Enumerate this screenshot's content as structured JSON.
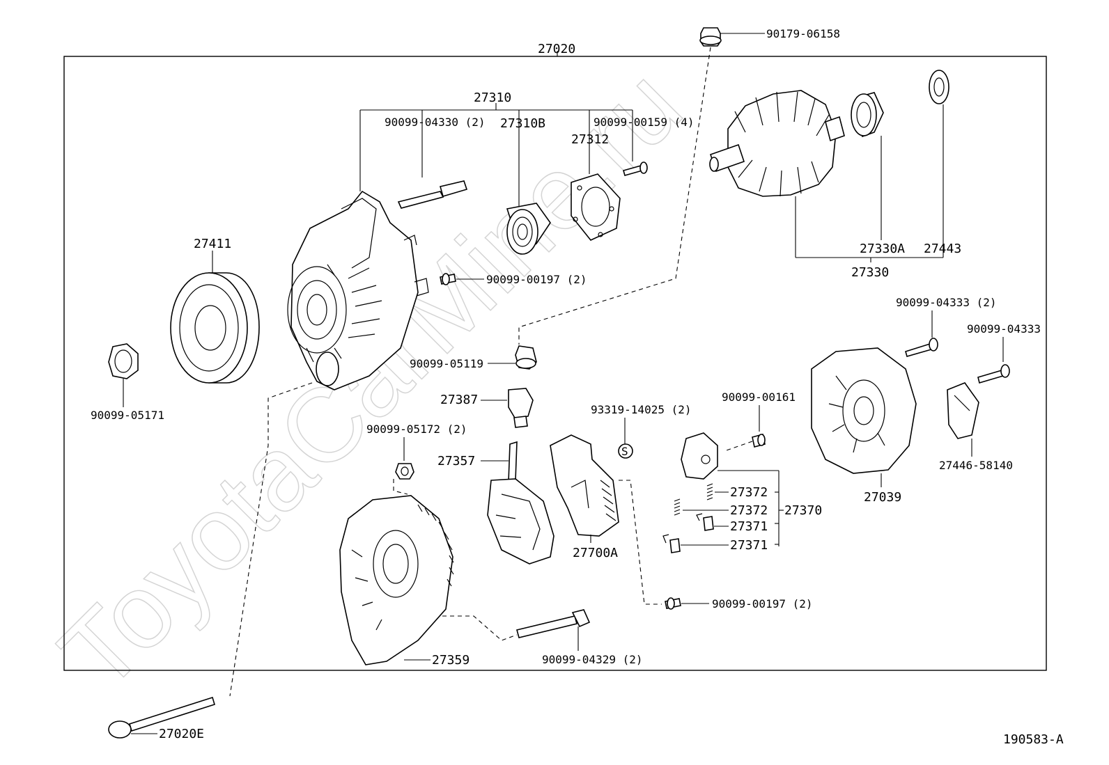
{
  "watermark": "ToyotaCarMine.ru",
  "diagram_id": "190583-A",
  "labels": {
    "p27020": "27020",
    "p90179_06158": "90179-06158",
    "p27310": "27310",
    "p90099_04330": "90099-04330 (2)",
    "p27310B": "27310B",
    "p90099_00159": "90099-00159 (4)",
    "p27312": "27312",
    "p27411": "27411",
    "p90099_00197a": "90099-00197 (2)",
    "p27330A": "27330A",
    "p27443": "27443",
    "p27330": "27330",
    "p90099_04333_2": "90099-04333 (2)",
    "p90099_04333": "90099-04333",
    "p90099_05119": "90099-05119",
    "p90099_05171": "90099-05171",
    "p27387": "27387",
    "p93319_14025": "93319-14025 (2)",
    "p90099_00161": "90099-00161",
    "p90099_05172": "90099-05172 (2)",
    "p27357": "27357",
    "p27372a": "27372",
    "p27372b": "27372",
    "p27370": "27370",
    "p27371a": "27371",
    "p27371b": "27371",
    "p27700A": "27700A",
    "p27039": "27039",
    "p27446_58140": "27446-58140",
    "p90099_00197b": "90099-00197 (2)",
    "p27359": "27359",
    "p90099_04329": "90099-04329 (2)",
    "p27020E": "27020E",
    "s_mark": "S"
  }
}
